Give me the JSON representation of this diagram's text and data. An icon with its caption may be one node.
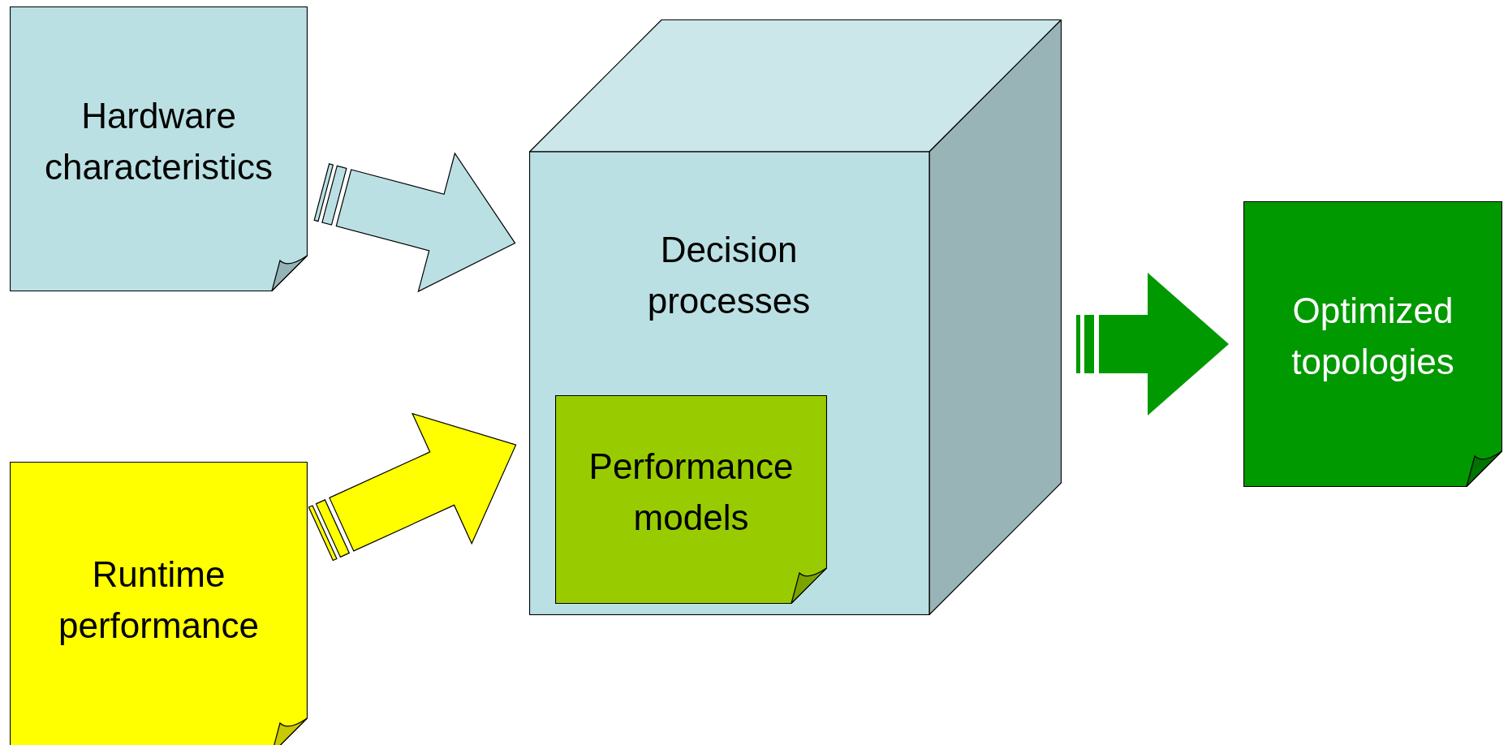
{
  "diagram": {
    "nodes": [
      {
        "text": [
          "Hardware characteristics"
        ]
      },
      {
        "text": [
          "Decision processes"
        ]
      },
      {
        "text": [
          "Performance models"
        ],
        "in": 1
      },
      {
        "text": [
          "Runtime performance"
        ]
      },
      {
        "text": [
          "Optimized topologies"
        ]
      }
    ],
    "edges": [
      {
        "from": 0,
        "to": 1,
        "arrow": "to",
        "color": "#bbe0e3"
      },
      {
        "from": 3,
        "to": 1,
        "arrow": "to",
        "color": "#ffff00"
      },
      {
        "from": 1,
        "to": 4,
        "arrow": "to",
        "color": "#009900"
      }
    ]
  }
}
